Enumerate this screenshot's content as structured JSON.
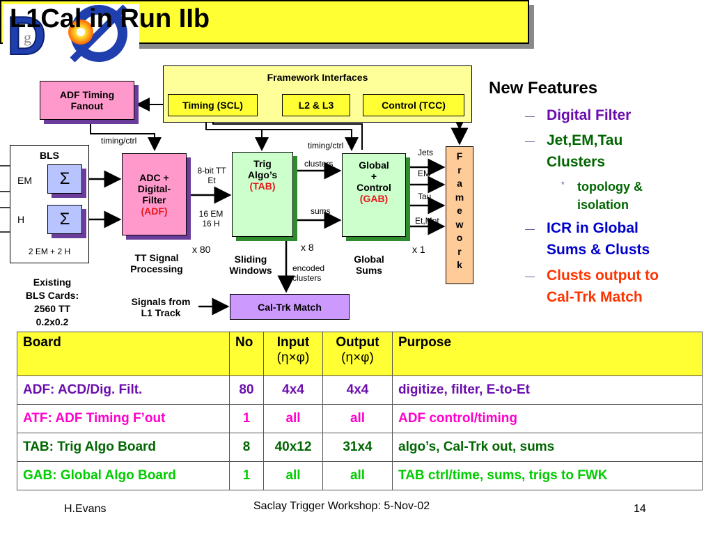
{
  "slide": {
    "title": "L1Cal in Run IIb",
    "logo_text": "DØ",
    "page_number": "14"
  },
  "colors": {
    "title_bg": "#ffff33",
    "pink": "#ff99cc",
    "green_box": "#ccffcc",
    "purple_box": "#cc99ff",
    "blue_box": "#b8c4ff",
    "framework_orange": "#ffcc99",
    "adf_row": "#6a0dad",
    "atf_row": "#ff00cc",
    "tab_row": "#006600",
    "gab_row": "#00cc00",
    "red_text": "#e8181d"
  },
  "diagram": {
    "framework": {
      "title": "Framework Interfaces",
      "timing": "Timing (SCL)",
      "l2l3": "L2 & L3",
      "control": "Control (TCC)"
    },
    "adf_fanout": {
      "line1": "ADF Timing",
      "line2": "Fanout"
    },
    "timing_ctrl_1": "timing/ctrl",
    "timing_ctrl_2": "timing/ctrl",
    "bls": {
      "title": "BLS",
      "em": "EM",
      "h": "H",
      "sigma": "Σ",
      "footer": "2 EM + 2 H"
    },
    "existing": {
      "l1": "Existing",
      "l2": "BLS Cards:",
      "l3": "2560 TT",
      "l4": "0.2x0.2"
    },
    "adf": {
      "l1": "ADC +",
      "l2": "Digital-",
      "l3": "Filter",
      "l4": "(ADF)"
    },
    "tt_label": {
      "l1": "8-bit TT",
      "l2": "Et"
    },
    "em_h_label": {
      "l1": "16 EM",
      "l2": "16 H"
    },
    "x80": "x 80",
    "tt_signal": {
      "l1": "TT Signal",
      "l2": "Processing"
    },
    "tab": {
      "l1": "Trig",
      "l2": "Algo’s",
      "l3": "(TAB)"
    },
    "clusters": "clusters",
    "sums": "sums",
    "x8": "x 8",
    "sliding": {
      "l1": "Sliding",
      "l2": "Windows"
    },
    "encoded": {
      "l1": "encoded",
      "l2": "clusters"
    },
    "gab": {
      "l1": "Global",
      "l2": "+",
      "l3": "Control",
      "l4": "(GAB)"
    },
    "x1": "x 1",
    "global_sums": {
      "l1": "Global",
      "l2": "Sums"
    },
    "outputs": {
      "jets": "Jets",
      "em": "EM",
      "tau": "Tau",
      "etmpt": "Et,Mpt"
    },
    "framework_vert": [
      "F",
      "r",
      "a",
      "m",
      "e",
      "w",
      "o",
      "r",
      "k"
    ],
    "signals": {
      "l1": "Signals from",
      "l2": "L1 Track"
    },
    "caltrk": "Cal-Trk Match"
  },
  "new_features": {
    "heading": "New Features",
    "items": [
      {
        "text1": "Digital Filter",
        "text2": "",
        "color": "#6a0dad"
      },
      {
        "text1": "Jet,EM,Tau",
        "text2": "Clusters",
        "color": "#006600"
      },
      {
        "text1": "ICR in Global",
        "text2": "Sums & Clusts",
        "color": "#0000cc"
      },
      {
        "text1": "Clusts output to",
        "text2": "Cal-Trk Match",
        "color": "#ff3300"
      }
    ],
    "sub": {
      "text1": "topology &",
      "text2": "isolation",
      "color": "#006600"
    }
  },
  "table": {
    "headers": [
      "Board",
      "No",
      "Input",
      "Output",
      "Purpose"
    ],
    "header_sub": {
      "input": "(η×φ)",
      "output": "(η×φ)"
    },
    "rows": [
      {
        "board": "ADF: ACD/Dig. Filt.",
        "no": "80",
        "input": "4x4",
        "output": "4x4",
        "purpose": "digitize, filter, E-to-Et",
        "color": "#6a0dad"
      },
      {
        "board": "ATF: ADF Timing F’out",
        "no": "1",
        "input": "all",
        "output": "all",
        "purpose": "ADF control/timing",
        "color": "#ff00cc"
      },
      {
        "board": "TAB: Trig Algo Board",
        "no": "8",
        "input": "40x12",
        "output": "31x4",
        "purpose": "algo’s, Cal-Trk out, sums",
        "color": "#006600"
      },
      {
        "board": "GAB: Global Algo Board",
        "no": "1",
        "input": "all",
        "output": "all",
        "purpose": "TAB ctrl/time, sums, trigs to FWK",
        "color": "#00cc00"
      }
    ]
  },
  "footer": {
    "author": "H.Evans",
    "event": "Saclay Trigger Workshop: 5-Nov-02",
    "page": "14"
  }
}
